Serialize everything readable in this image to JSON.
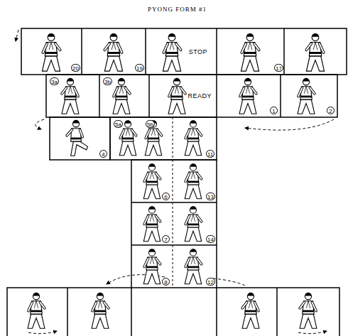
{
  "diagram": {
    "title": "PYONG FORM #1",
    "nodes": [
      {
        "text": [
          "STOP"
        ]
      },
      {
        "text": [
          "READY"
        ]
      }
    ],
    "labels": [
      "20",
      "19",
      "17",
      "3a",
      "3b",
      "1",
      "2",
      "4",
      "5a",
      "5b",
      "11",
      "6",
      "13",
      "7",
      "14",
      "8",
      "12"
    ]
  }
}
